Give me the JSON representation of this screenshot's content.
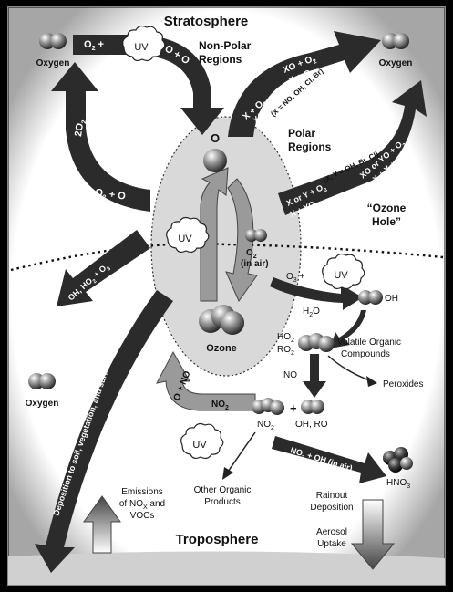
{
  "title_top": "Stratosphere",
  "title_bottom": "Troposphere",
  "non_polar": [
    "Non-Polar",
    "Regions"
  ],
  "polar": [
    "Polar",
    "Regions"
  ],
  "ozone_hole": [
    "“Ozone",
    "Hole”"
  ],
  "uv": "UV",
  "oxygen": "Oxygen",
  "ozone": "Ozone",
  "o_atom": "O",
  "o2_air": [
    "O",
    "2",
    "(in air)"
  ],
  "arrows": {
    "top_left_formula_a": "O",
    "top_left_formula_sub": "2",
    "top_left_formula_b": " +",
    "top_left_products": "O + O",
    "left_up": "2O",
    "left_up_sub": "2",
    "left_mid": "O",
    "left_mid_sub": "3",
    "left_mid_b": " + O",
    "top_right_1": "X + O",
    "top_right_1_sub": "3",
    "top_right_2": "XO + O",
    "top_right_3": "XO + O",
    "top_right_3_sub": "2",
    "top_right_4": "X + O",
    "top_right_4_sub": "2",
    "top_right_note": "(X = NO, OH, Cl, Br)",
    "polar_note": "(X, Y = OH, Br, Cl)",
    "polar_1": "X or Y + O",
    "polar_1_sub": "3",
    "polar_2": "X + YO",
    "polar_3": "XO or YO + O",
    "polar_3_sub": "2",
    "polar_4": "X + Y + O",
    "polar_4_sub": "2",
    "oh_ho2": "OH, HO",
    "oh_ho2_sub": "2",
    "oh_ho2_b": " + O",
    "oh_ho2_sub2": "3",
    "deposition": "Deposition to soil, vegetation, and surface water",
    "o_plus_no": "O + NO",
    "no2_arrow": "NO",
    "no2_arrow_sub": "2"
  },
  "tropo": {
    "o3_plus": "O",
    "o3_sub": "3",
    "o3_plus_b": " +",
    "h2o": "H",
    "h2o_sub": "2",
    "h2o_b": "O",
    "oh": "OH",
    "ho2": "HO",
    "ho2_sub": "2",
    "ro2": "RO",
    "ro2_sub": "2",
    "voc": [
      "Volatile Organic",
      "Compounds"
    ],
    "no": "NO",
    "peroxides": "Peroxides",
    "plus": "+",
    "no2": "NO",
    "no2_sub": "2",
    "oh_ro": "OH, RO",
    "no2_oh": "NO",
    "no2_oh_sub": "2",
    "no2_oh_b": " + OH (in air)",
    "hno3": "HNO",
    "hno3_sub": "3",
    "other_organic": [
      "Other Organic",
      "Products"
    ],
    "rainout": [
      "Rainout",
      "Deposition"
    ],
    "aerosol": [
      "Aerosol",
      "Uptake"
    ],
    "emissions_1": "Emissions",
    "emissions_2a": "of NO",
    "emissions_2sub": "X",
    "emissions_2b": " and",
    "emissions_3": "VOCs"
  },
  "colors": {
    "frame": "#000000",
    "panel": "#ffffff",
    "ellipse": "#d9d9d9",
    "dark_arrow": "#2b2b2b",
    "grey_arrow": "#9a9a9a"
  }
}
